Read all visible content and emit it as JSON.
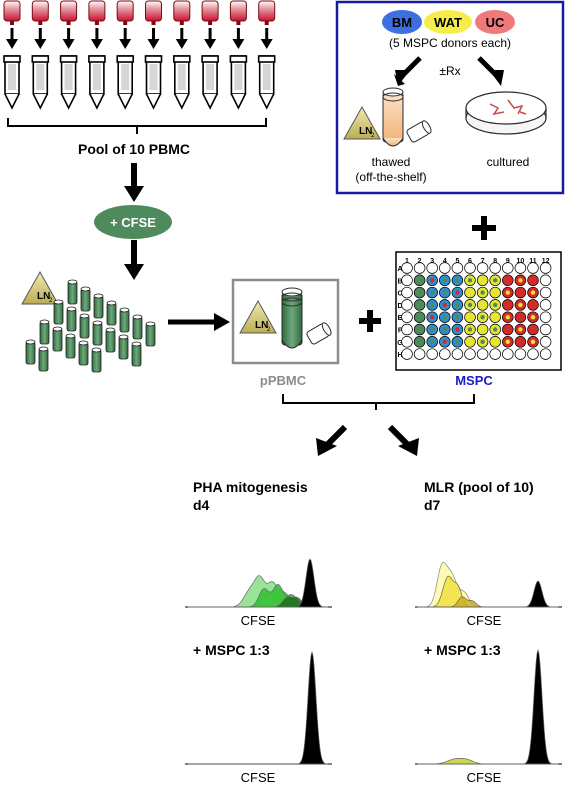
{
  "labels": {
    "pool": "Pool of 10 PBMC",
    "cfse_stain": "+ CFSE",
    "ln2": "LN",
    "ln2_sub": "2",
    "bm": "BM",
    "wat": "WAT",
    "uc": "UC",
    "donors": "(5 MSPC donors each)",
    "rx": "±Rx",
    "thawed": "thawed",
    "offshelf": "(off-the-shelf)",
    "cultured": "cultured",
    "pPBMC": "pPBMC",
    "MSPC": "MSPC"
  },
  "plate": {
    "cols": [
      "1",
      "2",
      "3",
      "4",
      "5",
      "6",
      "7",
      "8",
      "9",
      "10",
      "11",
      "12"
    ],
    "rows": [
      "A",
      "B",
      "C",
      "D",
      "E",
      "F",
      "G",
      "H"
    ]
  },
  "panels": {
    "pha_title": "PHA mitogenesis",
    "pha_day": "d4",
    "mlr_title": "MLR (pool of 10)",
    "mlr_day": "d7",
    "mspc_label": "+ MSPC 1:3",
    "xaxis": "CFSE"
  },
  "colors": {
    "bm": "#2e8fcf",
    "wat": "#e6e632",
    "uc": "#d42a2a",
    "tube_green": "#4e8a5c",
    "frame_blue": "#1a1aa0",
    "pPBMC_gray": "#8c8c8c",
    "MSPC_blue": "#1a1ac8",
    "bag_red": "#c8102e"
  }
}
